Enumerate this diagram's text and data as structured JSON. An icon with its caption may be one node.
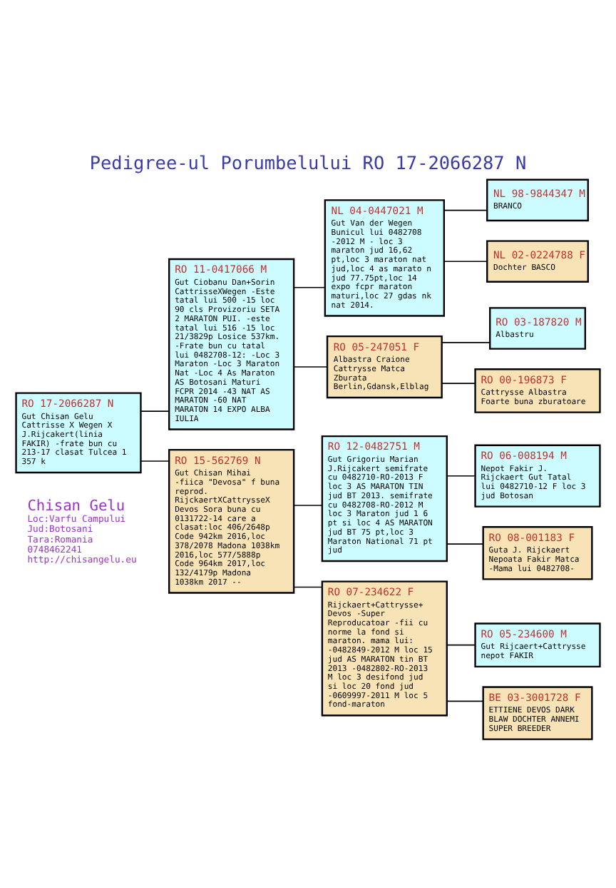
{
  "diagram": {
    "title": "Pedigree-ul Porumbelului RO 17-2066287 N",
    "nodes": [
      {
        "text": [
          "RO 17-2066287 N",
          "Gut Chisan Gelu Cattrisse X Wegen X J.Rijcakert(linia FAKIR) -frate bun cu 213-17 clasat Tulcea 1 357 k"
        ]
      },
      {
        "text": [
          "RO 11-0417066 M",
          "Gut Ciobanu Dan+Sorin CattrisseXWegen -Este tatal lui 500 -15 loc 90 cls Provizoriu SETA 2 MARATON PUI. -este tatal lui 516 -15 loc 21/3829p Losice 537km. -Frate bun cu tatal lui 0482708-12: -Loc 3 Maraton -Loc 3 Maraton Nat -Loc 4 As Maraton AS Botosani Maturi FCPR 2014 -43 NAT AS MARATON -60 NAT MARATON 14 EXPO ALBA IULIA"
        ]
      },
      {
        "text": [
          "NL 04-0447021 M",
          "Gut Van der Wegen Bunicul lui 0482708 -2012 M - loc 3 maraton jud 16,62 pt,loc 3 maraton nat jud,loc 4 as marato n jud 77.75pt,loc 14 expo fcpr maraton maturi,loc 27 gdas nk nat 2014."
        ]
      },
      {
        "text": [
          "NL 98-9844347 M",
          "BRANCO"
        ]
      },
      {
        "text": [
          "NL 02-0224788 F",
          "Dochter BASCO"
        ]
      },
      {
        "text": [
          "RO 05-247051 F",
          "Albastra Craione Cattrysse Matca Zburata Berlin,Gdansk,Elblag"
        ]
      },
      {
        "text": [
          "RO 03-187820 M",
          "Albastru"
        ]
      },
      {
        "text": [
          "RO 00-196873 F",
          "Cattrysse Albastra Foarte buna zburatoare"
        ]
      },
      {
        "text": [
          "RO 15-562769 N",
          "Gut Chisan Mihai -fiica \"Devosa\" f buna reprod. RijckaertXCattrysseX Devos Sora buna cu 0131722-14 care a clasat:loc 406/2648p Code 942km 2016,loc 378/2078 Madona 1038km 2016,loc 577/5888p Code 964km 2017,loc 132/4179p Madona 1038km 2017 --"
        ]
      },
      {
        "text": [
          "RO 12-0482751 M",
          "Gut Grigoriu Marian J.Rijcakert semifrate cu 0482710-RO-2013 F loc 3 AS MARATON TIN jud BT 2013. semifrate cu 0482708-RO-2012 M loc 3 Maraton jud 1 6 pt si loc 4 AS MARATON jud BT 75 pt,loc 3 Maraton National 71 pt jud"
        ]
      },
      {
        "text": [
          "RO 06-008194 M",
          "Nepot Fakir J. Rijckaert Gut Tatal lui 0482710-12 F loc 3 jud Botosan"
        ]
      },
      {
        "text": [
          "RO 08-001183 F",
          "Guta J. Rijckaert Nepoata Fakir Matca -Mama lui 0482708-"
        ]
      },
      {
        "text": [
          "RO 07-234622 F",
          "Rijckaert+Cattrysse+ Devos -Super Reproducatoar -fii cu norme la fond si maraton. mama lui: -0482849-2012 M loc 15 jud AS MARATON tin BT 2013 -0482802-RO-2013 M loc 3 desifond jud si loc 20 fond jud -0609997-2011 M loc 5 fond-maraton"
        ]
      },
      {
        "text": [
          "RO 05-234600 M",
          "Gut Rijcaert+Cattrysse nepot FAKIR"
        ]
      },
      {
        "text": [
          "BE 03-3001728 F",
          "ETTIENE DEVOS DARK BLAW DOCHTER ANNEMI SUPER BREEDER"
        ]
      }
    ],
    "edges": [
      {
        "from": 0,
        "to": 1,
        "arrow": "none"
      },
      {
        "from": 0,
        "to": 8,
        "arrow": "none"
      },
      {
        "from": 1,
        "to": 2,
        "arrow": "none"
      },
      {
        "from": 1,
        "to": 5,
        "arrow": "none"
      },
      {
        "from": 2,
        "to": 3,
        "arrow": "none"
      },
      {
        "from": 2,
        "to": 4,
        "arrow": "none"
      },
      {
        "from": 5,
        "to": 6,
        "arrow": "none"
      },
      {
        "from": 5,
        "to": 7,
        "arrow": "none"
      },
      {
        "from": 8,
        "to": 9,
        "arrow": "none"
      },
      {
        "from": 8,
        "to": 12,
        "arrow": "none"
      },
      {
        "from": 9,
        "to": 10,
        "arrow": "none"
      },
      {
        "from": 9,
        "to": 11,
        "arrow": "none"
      },
      {
        "from": 12,
        "to": 13,
        "arrow": "none"
      },
      {
        "from": 12,
        "to": 14,
        "arrow": "none"
      }
    ],
    "labels": [
      "Chisan Gelu",
      "Loc:Varfu Campului",
      "Jud:Botosani",
      "Tara:Romania",
      "0748462241",
      "http://chisangelu.eu"
    ]
  }
}
